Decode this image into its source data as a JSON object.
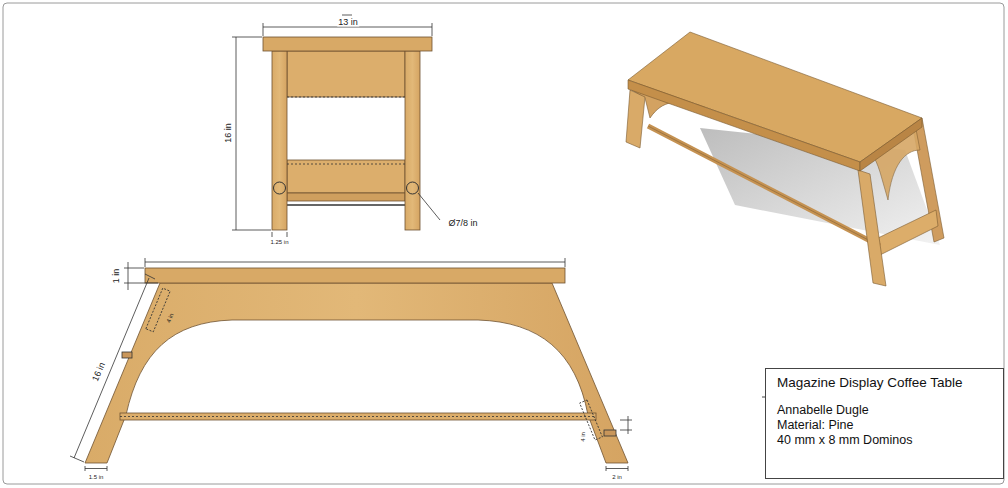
{
  "diagram": {
    "nodes": [
      {
        "text": [
          "Magazine Display Coffee Table",
          "Annabelle Dugle",
          "Material: Pine",
          "40 mm x 8 mm Dominos"
        ]
      }
    ],
    "labels": [
      "13 in",
      "16 in",
      "1.25 in",
      "Ø7/8 in",
      "1 in",
      "16 in",
      "4 in",
      "4 in",
      "1.5 in",
      "2 in"
    ]
  }
}
